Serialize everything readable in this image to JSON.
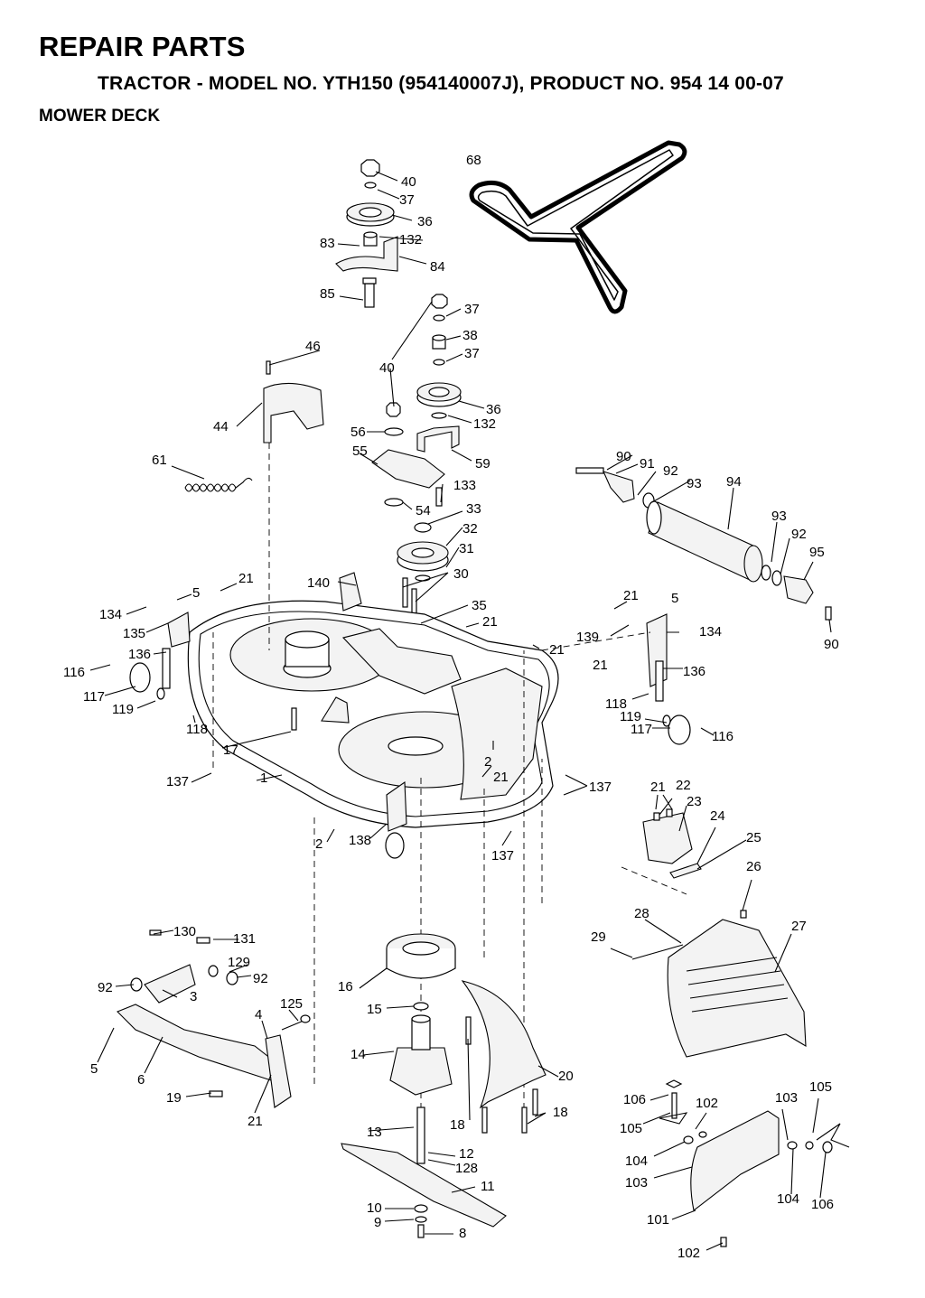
{
  "header": {
    "title": "REPAIR PARTS",
    "subtitle": "TRACTOR - MODEL NO. YTH150 (954140007J), PRODUCT NO. 954 14 00-07",
    "section": "MOWER DECK"
  },
  "labels": [
    {
      "ref": "1",
      "text": "1"
    },
    {
      "ref": "2a",
      "text": "2"
    },
    {
      "ref": "2b",
      "text": "2"
    },
    {
      "ref": "3",
      "text": "3"
    },
    {
      "ref": "4",
      "text": "4"
    },
    {
      "ref": "5a",
      "text": "5"
    },
    {
      "ref": "5b",
      "text": "5"
    },
    {
      "ref": "5c",
      "text": "5"
    },
    {
      "ref": "6",
      "text": "6"
    },
    {
      "ref": "8",
      "text": "8"
    },
    {
      "ref": "9",
      "text": "9"
    },
    {
      "ref": "10",
      "text": "10"
    },
    {
      "ref": "11",
      "text": "11"
    },
    {
      "ref": "12",
      "text": "12"
    },
    {
      "ref": "13",
      "text": "13"
    },
    {
      "ref": "14",
      "text": "14"
    },
    {
      "ref": "15",
      "text": "15"
    },
    {
      "ref": "16",
      "text": "16"
    },
    {
      "ref": "17",
      "text": "17"
    },
    {
      "ref": "18a",
      "text": "18"
    },
    {
      "ref": "18b",
      "text": "18"
    },
    {
      "ref": "19",
      "text": "19"
    },
    {
      "ref": "20",
      "text": "20"
    },
    {
      "ref": "21a",
      "text": "21"
    },
    {
      "ref": "21b",
      "text": "21"
    },
    {
      "ref": "21c",
      "text": "21"
    },
    {
      "ref": "21d",
      "text": "21"
    },
    {
      "ref": "21e",
      "text": "21"
    },
    {
      "ref": "21f",
      "text": "21"
    },
    {
      "ref": "21g",
      "text": "21"
    },
    {
      "ref": "21h",
      "text": "21"
    },
    {
      "ref": "22",
      "text": "22"
    },
    {
      "ref": "23",
      "text": "23"
    },
    {
      "ref": "24",
      "text": "24"
    },
    {
      "ref": "25",
      "text": "25"
    },
    {
      "ref": "26",
      "text": "26"
    },
    {
      "ref": "27",
      "text": "27"
    },
    {
      "ref": "28",
      "text": "28"
    },
    {
      "ref": "29",
      "text": "29"
    },
    {
      "ref": "30",
      "text": "30"
    },
    {
      "ref": "31",
      "text": "31"
    },
    {
      "ref": "32",
      "text": "32"
    },
    {
      "ref": "33",
      "text": "33"
    },
    {
      "ref": "35",
      "text": "35"
    },
    {
      "ref": "36a",
      "text": "36"
    },
    {
      "ref": "36b",
      "text": "36"
    },
    {
      "ref": "37a",
      "text": "37"
    },
    {
      "ref": "37b",
      "text": "37"
    },
    {
      "ref": "37c",
      "text": "37"
    },
    {
      "ref": "38",
      "text": "38"
    },
    {
      "ref": "40a",
      "text": "40"
    },
    {
      "ref": "40b",
      "text": "40"
    },
    {
      "ref": "44",
      "text": "44"
    },
    {
      "ref": "46",
      "text": "46"
    },
    {
      "ref": "54",
      "text": "54"
    },
    {
      "ref": "55",
      "text": "55"
    },
    {
      "ref": "56",
      "text": "56"
    },
    {
      "ref": "59",
      "text": "59"
    },
    {
      "ref": "61",
      "text": "61"
    },
    {
      "ref": "68",
      "text": "68"
    },
    {
      "ref": "83",
      "text": "83"
    },
    {
      "ref": "84",
      "text": "84"
    },
    {
      "ref": "85",
      "text": "85"
    },
    {
      "ref": "90a",
      "text": "90"
    },
    {
      "ref": "90b",
      "text": "90"
    },
    {
      "ref": "91",
      "text": "91"
    },
    {
      "ref": "92a",
      "text": "92"
    },
    {
      "ref": "92b",
      "text": "92"
    },
    {
      "ref": "92c",
      "text": "92"
    },
    {
      "ref": "92d",
      "text": "92"
    },
    {
      "ref": "93a",
      "text": "93"
    },
    {
      "ref": "93b",
      "text": "93"
    },
    {
      "ref": "94",
      "text": "94"
    },
    {
      "ref": "95",
      "text": "95"
    },
    {
      "ref": "101",
      "text": "101"
    },
    {
      "ref": "102a",
      "text": "102"
    },
    {
      "ref": "102b",
      "text": "102"
    },
    {
      "ref": "103a",
      "text": "103"
    },
    {
      "ref": "103b",
      "text": "103"
    },
    {
      "ref": "104a",
      "text": "104"
    },
    {
      "ref": "104b",
      "text": "104"
    },
    {
      "ref": "105a",
      "text": "105"
    },
    {
      "ref": "105b",
      "text": "105"
    },
    {
      "ref": "106a",
      "text": "106"
    },
    {
      "ref": "106b",
      "text": "106"
    },
    {
      "ref": "116a",
      "text": "116"
    },
    {
      "ref": "116b",
      "text": "116"
    },
    {
      "ref": "117a",
      "text": "117"
    },
    {
      "ref": "117b",
      "text": "117"
    },
    {
      "ref": "118a",
      "text": "118"
    },
    {
      "ref": "118b",
      "text": "118"
    },
    {
      "ref": "119a",
      "text": "119"
    },
    {
      "ref": "119b",
      "text": "119"
    },
    {
      "ref": "125",
      "text": "125"
    },
    {
      "ref": "128",
      "text": "128"
    },
    {
      "ref": "129",
      "text": "129"
    },
    {
      "ref": "130",
      "text": "130"
    },
    {
      "ref": "131",
      "text": "131"
    },
    {
      "ref": "132a",
      "text": "132"
    },
    {
      "ref": "132b",
      "text": "132"
    },
    {
      "ref": "133",
      "text": "133"
    },
    {
      "ref": "134a",
      "text": "134"
    },
    {
      "ref": "134b",
      "text": "134"
    },
    {
      "ref": "135",
      "text": "135"
    },
    {
      "ref": "136a",
      "text": "136"
    },
    {
      "ref": "136b",
      "text": "136"
    },
    {
      "ref": "137a",
      "text": "137"
    },
    {
      "ref": "137b",
      "text": "137"
    },
    {
      "ref": "137c",
      "text": "137"
    },
    {
      "ref": "138",
      "text": "138"
    },
    {
      "ref": "139",
      "text": "139"
    },
    {
      "ref": "140",
      "text": "140"
    }
  ]
}
